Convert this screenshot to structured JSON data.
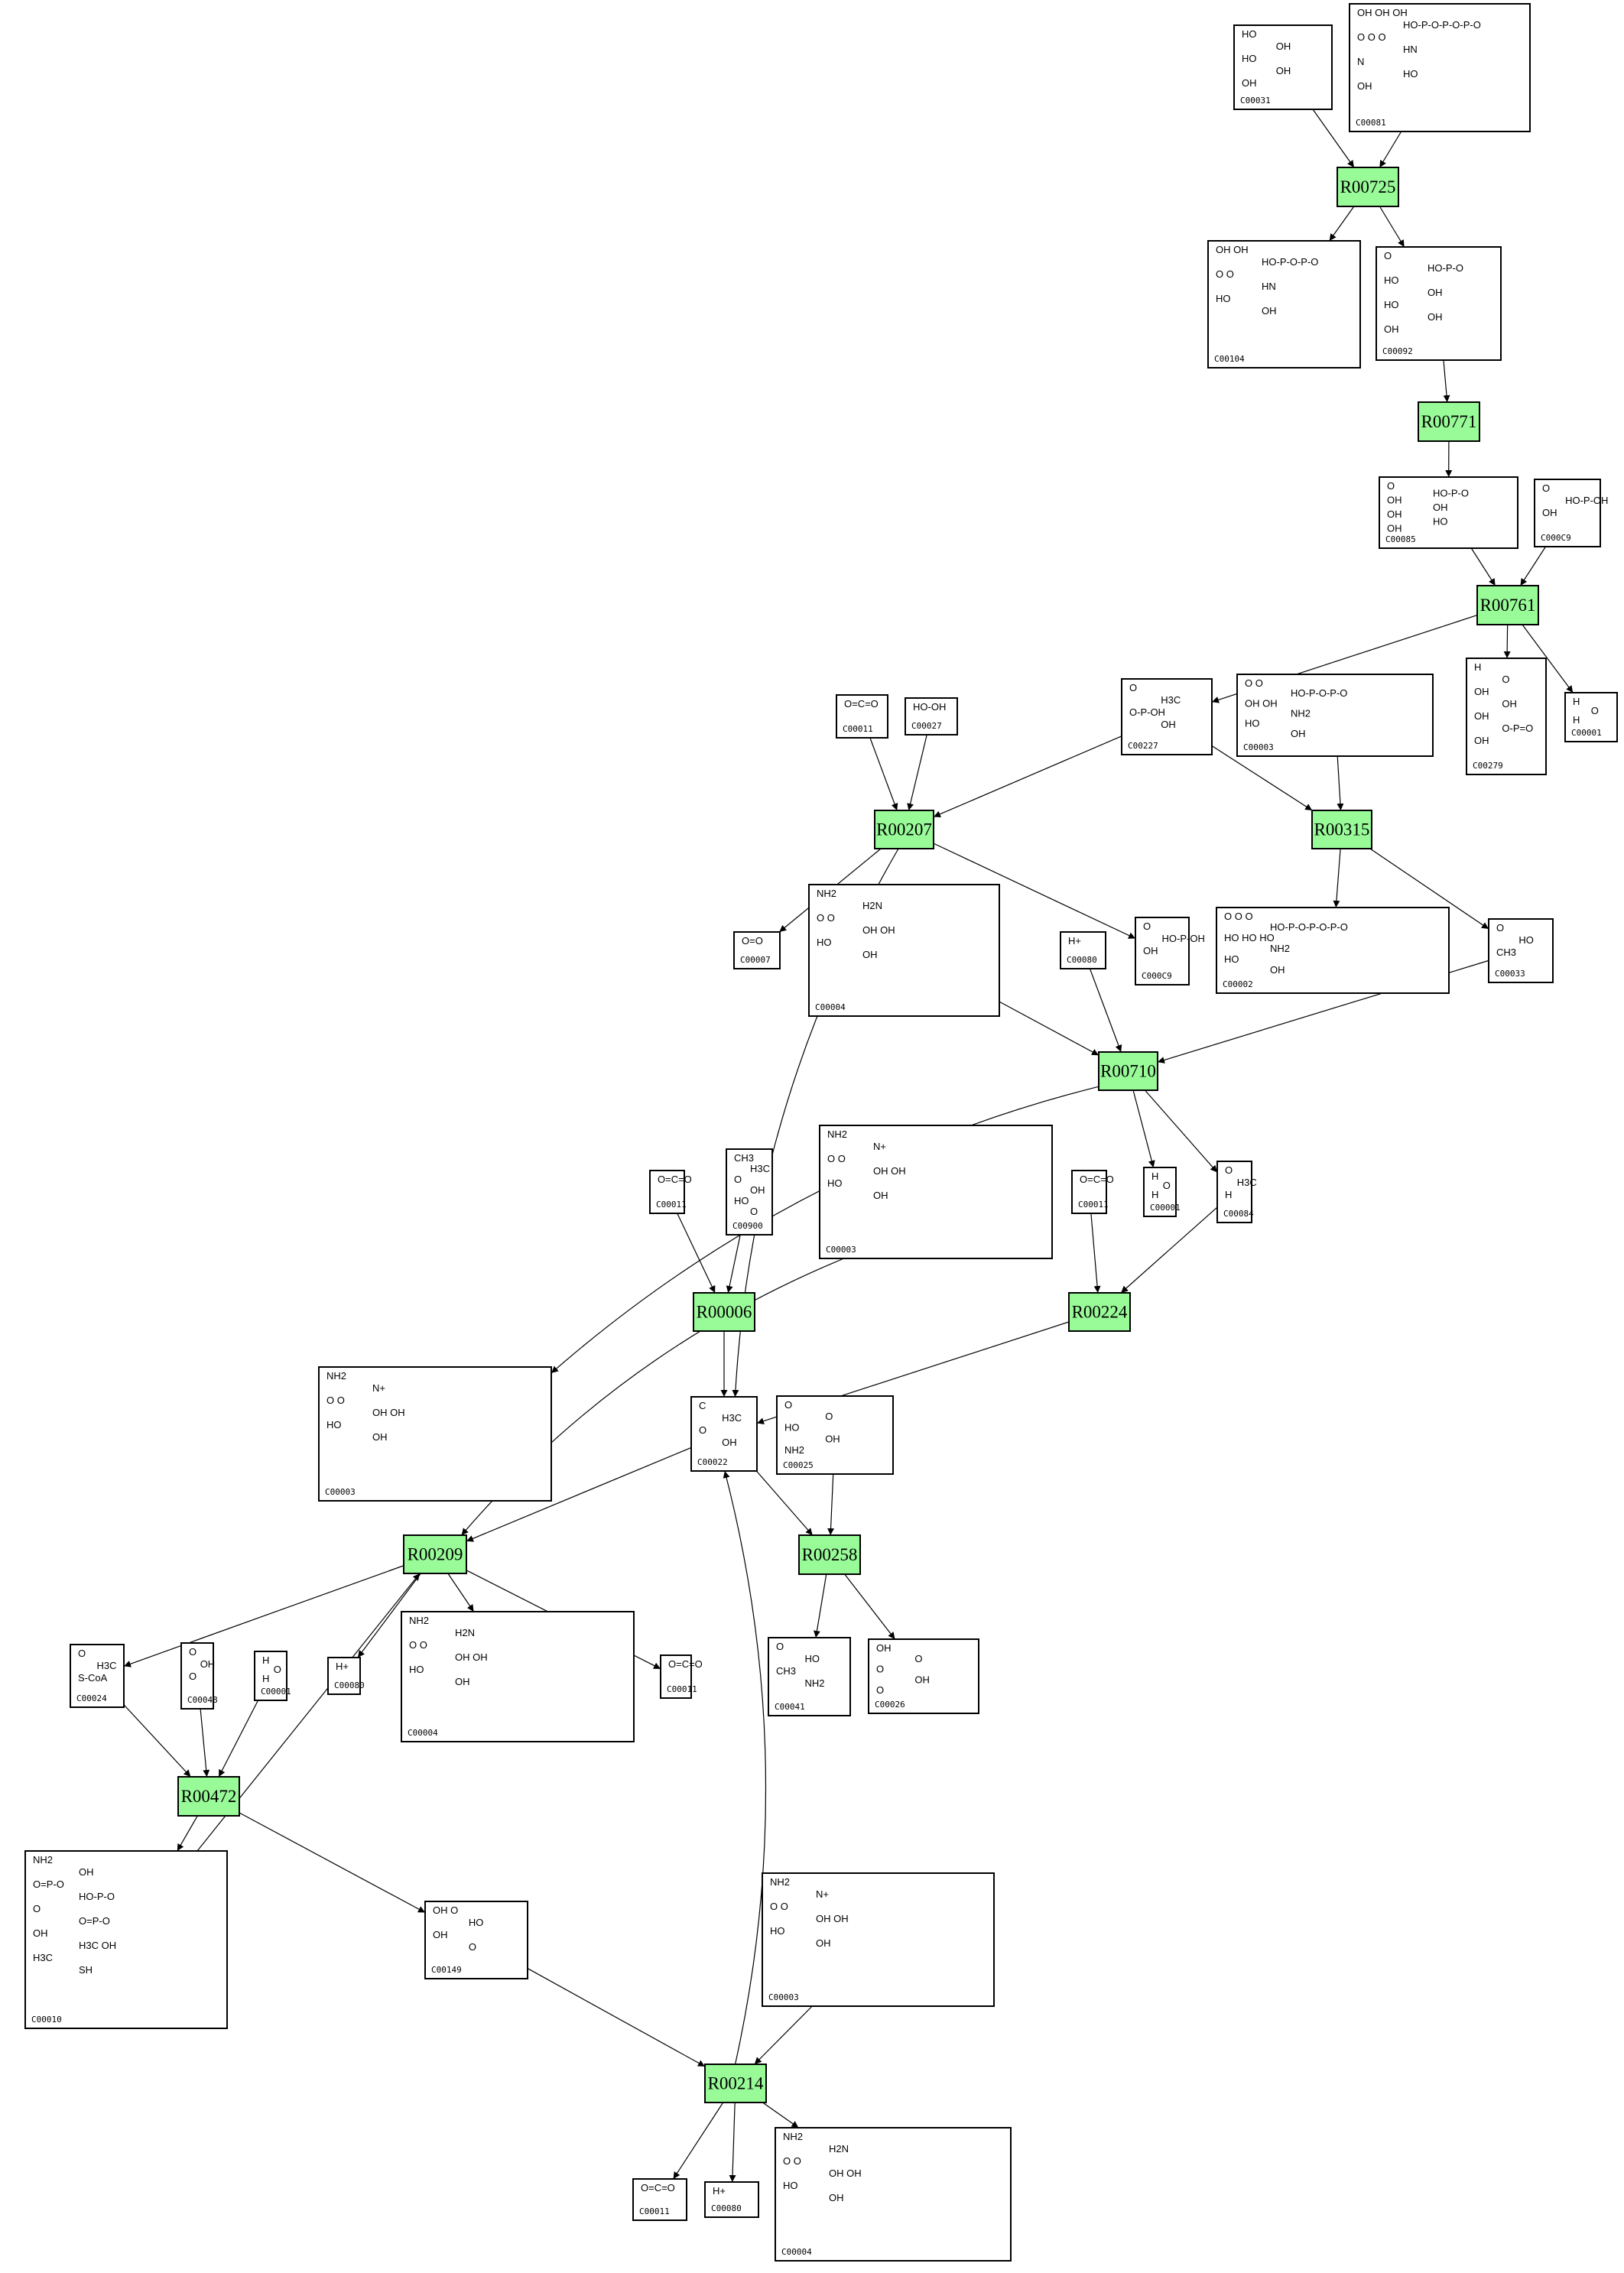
{
  "diagram": {
    "title": "Metabolic reaction network",
    "reaction_color": "#98fb98",
    "reactions": [
      {
        "id": "R00725",
        "label": "R00725"
      },
      {
        "id": "R00771",
        "label": "R00771"
      },
      {
        "id": "R00761",
        "label": "R00761"
      },
      {
        "id": "R00207",
        "label": "R00207"
      },
      {
        "id": "R00315",
        "label": "R00315"
      },
      {
        "id": "R00710",
        "label": "R00710"
      },
      {
        "id": "R00006",
        "label": "R00006"
      },
      {
        "id": "R00224",
        "label": "R00224"
      },
      {
        "id": "R00209",
        "label": "R00209"
      },
      {
        "id": "R00258",
        "label": "R00258"
      },
      {
        "id": "R00472",
        "label": "R00472"
      },
      {
        "id": "R00214",
        "label": "R00214"
      }
    ],
    "compounds": [
      {
        "key": "c31",
        "label": "C00031",
        "structure": "glucose",
        "text": [
          "HO",
          "OH",
          "HO",
          "OH",
          "OH"
        ]
      },
      {
        "key": "c81",
        "label": "C00081",
        "structure": "ITP",
        "text": [
          "OH OH OH",
          "HO-P-O-P-O-P-O",
          "O O O",
          "HN",
          "N",
          "HO",
          "OH"
        ]
      },
      {
        "key": "c104",
        "label": "C00104",
        "structure": "IDP",
        "text": [
          "OH OH",
          "HO-P-O-P-O",
          "O O",
          "HN",
          "HO",
          "OH"
        ]
      },
      {
        "key": "c92",
        "label": "C00092",
        "structure": "glucose-6-phosphate",
        "text": [
          "O",
          "HO-P-O",
          "HO",
          "OH",
          "HO",
          "OH",
          "OH"
        ]
      },
      {
        "key": "c85",
        "label": "C00085",
        "structure": "fructose-6-phosphate",
        "text": [
          "O",
          "HO-P-O",
          "OH",
          "OH",
          "OH",
          "HO",
          "OH"
        ]
      },
      {
        "key": "c09a",
        "label": "C000C9",
        "structure": "phosphate",
        "text": [
          "O",
          "HO-P-OH",
          "OH"
        ]
      },
      {
        "key": "c227",
        "label": "C00227",
        "structure": "acetyl phosphate",
        "text": [
          "O",
          "H3C",
          "O-P-OH",
          "OH"
        ]
      },
      {
        "key": "c03a",
        "label": "C00003",
        "structure": "ADP",
        "text": [
          "O O",
          "HO-P-O-P-O",
          "OH OH",
          "NH2",
          "HO",
          "OH"
        ]
      },
      {
        "key": "c279",
        "label": "C00279",
        "structure": "erythrose-4-phosphate",
        "text": [
          "H",
          "O",
          "OH",
          "OH",
          "OH",
          "O-P=O",
          "OH"
        ]
      },
      {
        "key": "c01a",
        "label": "C00001",
        "structure": "water",
        "text": [
          "H",
          "O",
          "H"
        ]
      },
      {
        "key": "c11a",
        "label": "C00011",
        "structure": "CO2",
        "text": [
          "O=C=O"
        ]
      },
      {
        "key": "c27",
        "label": "C00027",
        "structure": "hydrogen peroxide",
        "text": [
          "HO-OH"
        ]
      },
      {
        "key": "c07",
        "label": "C00007",
        "structure": "oxygen",
        "text": [
          "O=O"
        ]
      },
      {
        "key": "c04a",
        "label": "C00004",
        "structure": "NADH",
        "text": [
          "NH2",
          "H2N",
          "O O",
          "OH OH",
          "HO",
          "OH"
        ]
      },
      {
        "key": "c80a",
        "label": "C00080",
        "structure": "proton",
        "text": [
          "H+"
        ]
      },
      {
        "key": "c09b",
        "label": "C000C9",
        "structure": "phosphate",
        "text": [
          "O",
          "HO-P-OH",
          "OH"
        ]
      },
      {
        "key": "c02",
        "label": "C00002",
        "structure": "ATP",
        "text": [
          "O O O",
          "HO-P-O-P-O-P-O",
          "HO HO HO",
          "NH2",
          "HO",
          "OH"
        ]
      },
      {
        "key": "c33",
        "label": "C00033",
        "structure": "acetate",
        "text": [
          "O",
          "HO",
          "CH3"
        ]
      },
      {
        "key": "c11b",
        "label": "C00011",
        "structure": "CO2",
        "text": [
          "O=C=O"
        ]
      },
      {
        "key": "c900",
        "label": "C00900",
        "structure": "2-acetolactate",
        "text": [
          "CH3",
          "H3C",
          "O",
          "OH",
          "HO",
          "O"
        ]
      },
      {
        "key": "c03b",
        "label": "C00003",
        "structure": "NAD+",
        "text": [
          "NH2",
          "N+",
          "O O",
          "OH OH",
          "HO",
          "OH"
        ]
      },
      {
        "key": "c11c",
        "label": "C00011",
        "structure": "CO2",
        "text": [
          "O=C=O"
        ]
      },
      {
        "key": "c01b",
        "label": "C00001",
        "structure": "water",
        "text": [
          "H",
          "O",
          "H"
        ]
      },
      {
        "key": "c84",
        "label": "C00084",
        "structure": "acetaldehyde",
        "text": [
          "O",
          "H3C",
          "H"
        ]
      },
      {
        "key": "c03c",
        "label": "C00003",
        "structure": "NAD+",
        "text": [
          "NH2",
          "N+",
          "O O",
          "OH OH",
          "HO",
          "OH"
        ]
      },
      {
        "key": "c22",
        "label": "C00022",
        "structure": "pyruvate",
        "text": [
          "C",
          "H3C",
          "O",
          "OH"
        ]
      },
      {
        "key": "c25",
        "label": "C00025",
        "structure": "glutamate",
        "text": [
          "O",
          "O",
          "HO",
          "OH",
          "NH2"
        ]
      },
      {
        "key": "c24",
        "label": "C00024",
        "structure": "acetyl-CoA",
        "text": [
          "O",
          "H3C",
          "S-CoA"
        ]
      },
      {
        "key": "c48",
        "label": "C00048",
        "structure": "glyoxylate",
        "text": [
          "O",
          "OH",
          "O"
        ]
      },
      {
        "key": "c01c",
        "label": "C00001",
        "structure": "water",
        "text": [
          "H",
          "O",
          "H"
        ]
      },
      {
        "key": "c80b",
        "label": "C00080",
        "structure": "proton",
        "text": [
          "H+"
        ]
      },
      {
        "key": "c04b",
        "label": "C00004",
        "structure": "NADH",
        "text": [
          "NH2",
          "H2N",
          "O O",
          "OH OH",
          "HO",
          "OH"
        ]
      },
      {
        "key": "c11d",
        "label": "C00011",
        "structure": "CO2",
        "text": [
          "O=C=O"
        ]
      },
      {
        "key": "c41",
        "label": "C00041",
        "structure": "alanine",
        "text": [
          "O",
          "HO",
          "CH3",
          "NH2"
        ]
      },
      {
        "key": "c26",
        "label": "C00026",
        "structure": "2-oxoglutarate",
        "text": [
          "OH",
          "O",
          "O",
          "OH",
          "O"
        ]
      },
      {
        "key": "c10",
        "label": "C00010",
        "structure": "CoA",
        "text": [
          "NH2",
          "OH",
          "O=P-O",
          "HO-P-O",
          "O",
          "O=P-O",
          "OH",
          "H3C OH",
          "H3C",
          "SH"
        ]
      },
      {
        "key": "c149",
        "label": "C00149",
        "structure": "malate",
        "text": [
          "OH O",
          "HO",
          "OH",
          "O"
        ]
      },
      {
        "key": "c03d",
        "label": "C00003",
        "structure": "NAD+",
        "text": [
          "NH2",
          "N+",
          "O O",
          "OH OH",
          "HO",
          "OH"
        ]
      },
      {
        "key": "c11e",
        "label": "C00011",
        "structure": "CO2",
        "text": [
          "O=C=O"
        ]
      },
      {
        "key": "c80c",
        "label": "C00080",
        "structure": "proton",
        "text": [
          "H+"
        ]
      },
      {
        "key": "c04c",
        "label": "C00004",
        "structure": "NADH",
        "text": [
          "NH2",
          "H2N",
          "O O",
          "OH OH",
          "HO",
          "OH"
        ]
      }
    ],
    "edges": [
      [
        "c31",
        "R00725"
      ],
      [
        "c81",
        "R00725"
      ],
      [
        "R00725",
        "c104"
      ],
      [
        "R00725",
        "c92"
      ],
      [
        "c92",
        "R00771"
      ],
      [
        "R00771",
        "c85"
      ],
      [
        "c85",
        "R00761"
      ],
      [
        "c09a",
        "R00761"
      ],
      [
        "R00761",
        "c227"
      ],
      [
        "R00761",
        "c279"
      ],
      [
        "R00761",
        "c01a"
      ],
      [
        "c11a",
        "R00207"
      ],
      [
        "c27",
        "R00207"
      ],
      [
        "c227",
        "R00207"
      ],
      [
        "R00207",
        "c07"
      ],
      [
        "R00207",
        "c09b"
      ],
      [
        "R00207",
        "c22"
      ],
      [
        "c227",
        "R00315"
      ],
      [
        "c03a",
        "R00315"
      ],
      [
        "R00315",
        "c02"
      ],
      [
        "R00315",
        "c33"
      ],
      [
        "c04a",
        "R00710"
      ],
      [
        "c80a",
        "R00710"
      ],
      [
        "c33",
        "R00710"
      ],
      [
        "R00710",
        "c03b"
      ],
      [
        "R00710",
        "c01b"
      ],
      [
        "R00710",
        "c84"
      ],
      [
        "c11b",
        "R00006"
      ],
      [
        "c900",
        "R00006"
      ],
      [
        "R00006",
        "c22"
      ],
      [
        "c11c",
        "R00224"
      ],
      [
        "c84",
        "R00224"
      ],
      [
        "R00224",
        "c22"
      ],
      [
        "c03c",
        "R00209"
      ],
      [
        "c22",
        "R00209"
      ],
      [
        "R00209",
        "c24"
      ],
      [
        "R00209",
        "c80b"
      ],
      [
        "R00209",
        "c04b"
      ],
      [
        "R00209",
        "c11d"
      ],
      [
        "c10",
        "R00209"
      ],
      [
        "c22",
        "R00258"
      ],
      [
        "c25",
        "R00258"
      ],
      [
        "R00258",
        "c41"
      ],
      [
        "R00258",
        "c26"
      ],
      [
        "c24",
        "R00472"
      ],
      [
        "c48",
        "R00472"
      ],
      [
        "c01c",
        "R00472"
      ],
      [
        "R00472",
        "c10"
      ],
      [
        "R00472",
        "c149"
      ],
      [
        "c149",
        "R00214"
      ],
      [
        "c03d",
        "R00214"
      ],
      [
        "R00214",
        "c22"
      ],
      [
        "R00214",
        "c11e"
      ],
      [
        "R00214",
        "c80c"
      ],
      [
        "R00214",
        "c04c"
      ]
    ]
  }
}
